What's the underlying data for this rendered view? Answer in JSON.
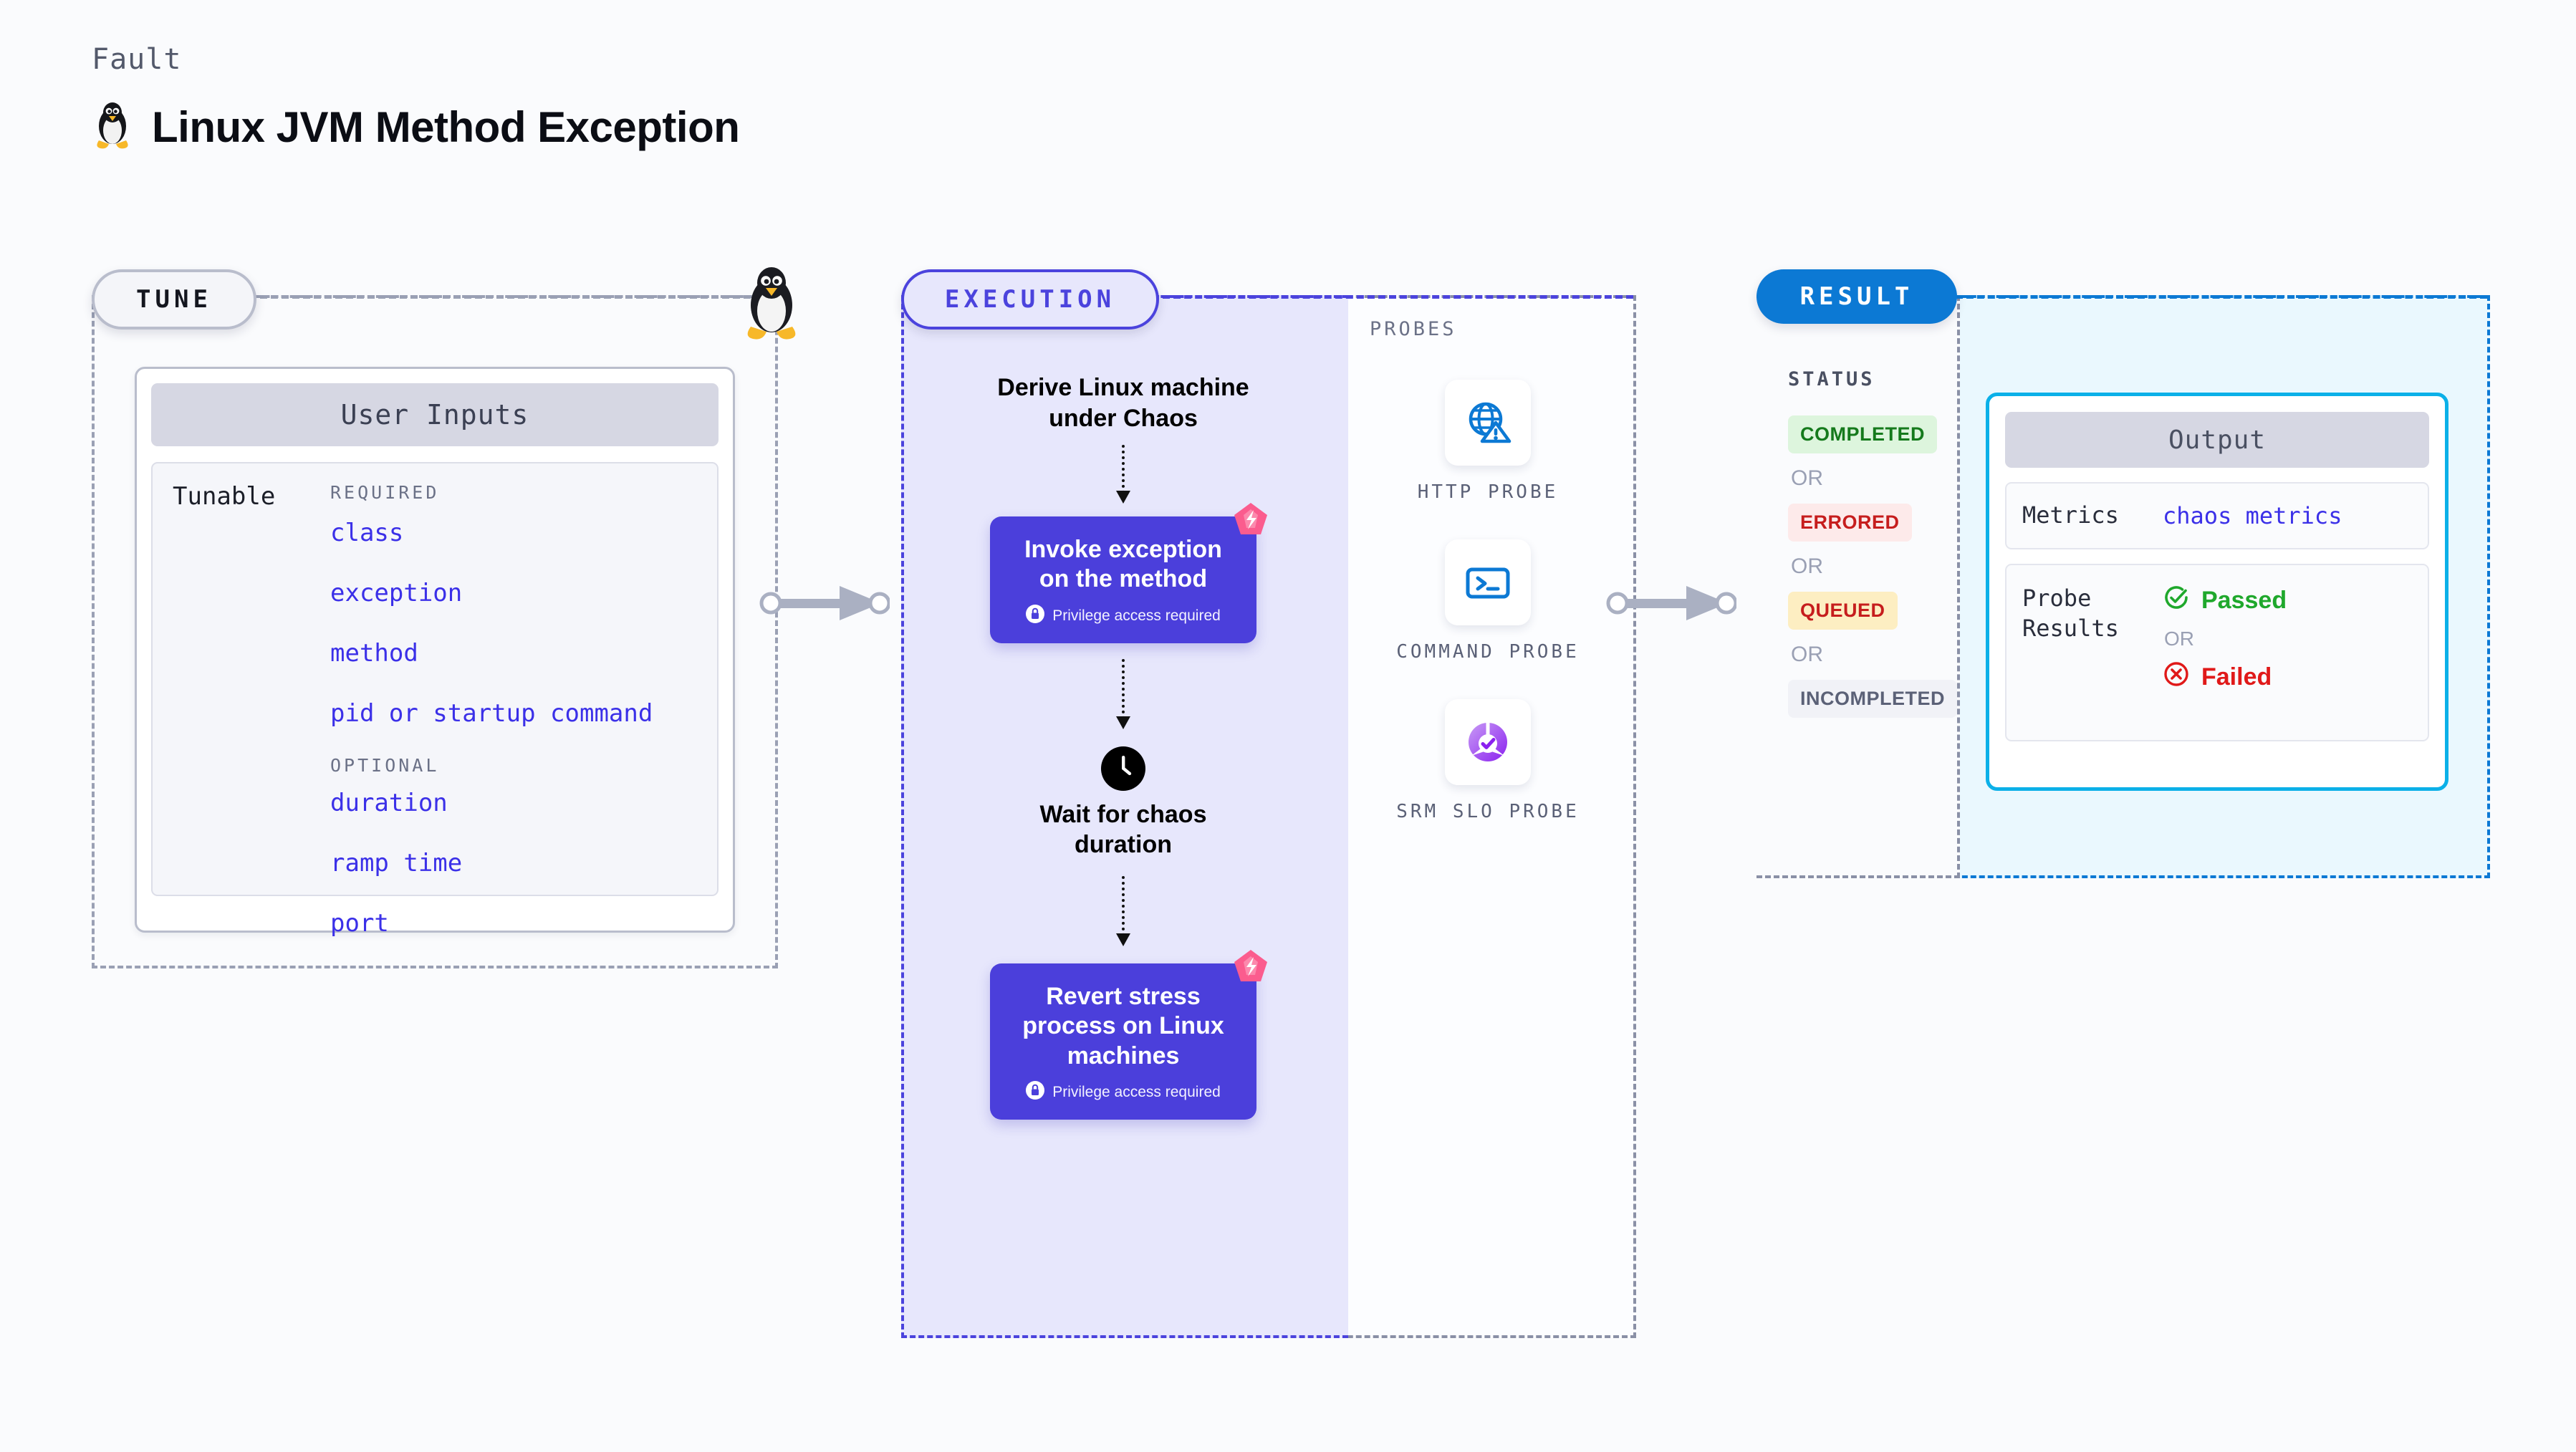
{
  "header": {
    "kicker": "Fault",
    "title": "Linux JVM Method Exception",
    "icon": "linux-penguin-icon"
  },
  "stages": {
    "tune": {
      "badge": "TUNE"
    },
    "execution": {
      "badge": "EXECUTION"
    },
    "result": {
      "badge": "RESULT"
    }
  },
  "tune": {
    "card_title": "User Inputs",
    "tunable_label": "Tunable",
    "required_label": "REQUIRED",
    "required_params": [
      "class",
      "exception",
      "method",
      "pid or startup command"
    ],
    "optional_label": "OPTIONAL",
    "optional_params": [
      "duration",
      "ramp time",
      "port"
    ]
  },
  "execution": {
    "steps": [
      {
        "type": "text",
        "label": "Derive Linux machine under Chaos"
      },
      {
        "type": "card",
        "label": "Invoke exception on the method",
        "privilege_note": "Privilege access required",
        "icon": "lock-icon",
        "badge_icon": "chaos-logo-icon"
      },
      {
        "type": "wait",
        "label": "Wait for chaos duration",
        "icon": "clock-icon"
      },
      {
        "type": "card",
        "label": "Revert stress process on Linux machines",
        "privilege_note": "Privilege access required",
        "icon": "lock-icon",
        "badge_icon": "chaos-logo-icon"
      }
    ]
  },
  "probes": {
    "section_label": "PROBES",
    "items": [
      {
        "name": "HTTP PROBE",
        "icon": "globe-warning-icon"
      },
      {
        "name": "COMMAND PROBE",
        "icon": "terminal-icon"
      },
      {
        "name": "SRM SLO PROBE",
        "icon": "slo-check-icon"
      }
    ]
  },
  "result": {
    "status_label": "STATUS",
    "or_label": "OR",
    "statuses": [
      {
        "label": "COMPLETED",
        "bg": "#ddf5dd",
        "fg": "#157a1c"
      },
      {
        "label": "ERRORED",
        "bg": "#fdeaea",
        "fg": "#c61d1d"
      },
      {
        "label": "QUEUED",
        "bg": "#fdeec2",
        "fg": "#c61d1d"
      },
      {
        "label": "INCOMPLETED",
        "bg": "#f1f2f7",
        "fg": "#5b6177"
      }
    ],
    "output": {
      "title": "Output",
      "metrics_key": "Metrics",
      "metrics_value": "chaos metrics",
      "probe_key": "Probe Results",
      "passed_label": "Passed",
      "passed_icon": "check-circle-icon",
      "failed_label": "Failed",
      "failed_icon": "x-circle-icon",
      "or_label": "OR"
    }
  },
  "colors": {
    "page_bg": "#fafbfd",
    "tune_border": "#9aa0b4",
    "execution_accent": "#4b43dd",
    "execution_fill": "#e7e7fc",
    "result_accent": "#0c79d4",
    "result_fill": "#eaf8fe",
    "output_border": "#0bb0e8",
    "chaos_card": "#4b3fdb",
    "chaos_badge": "#fb5c8e",
    "param_text": "#3b30e8",
    "probe_icon_blue": "#0c79d4",
    "probe_icon_purple": "#9333ea"
  },
  "connectors": [
    {
      "name": "tune-to-execution"
    },
    {
      "name": "execution-to-result"
    }
  ]
}
